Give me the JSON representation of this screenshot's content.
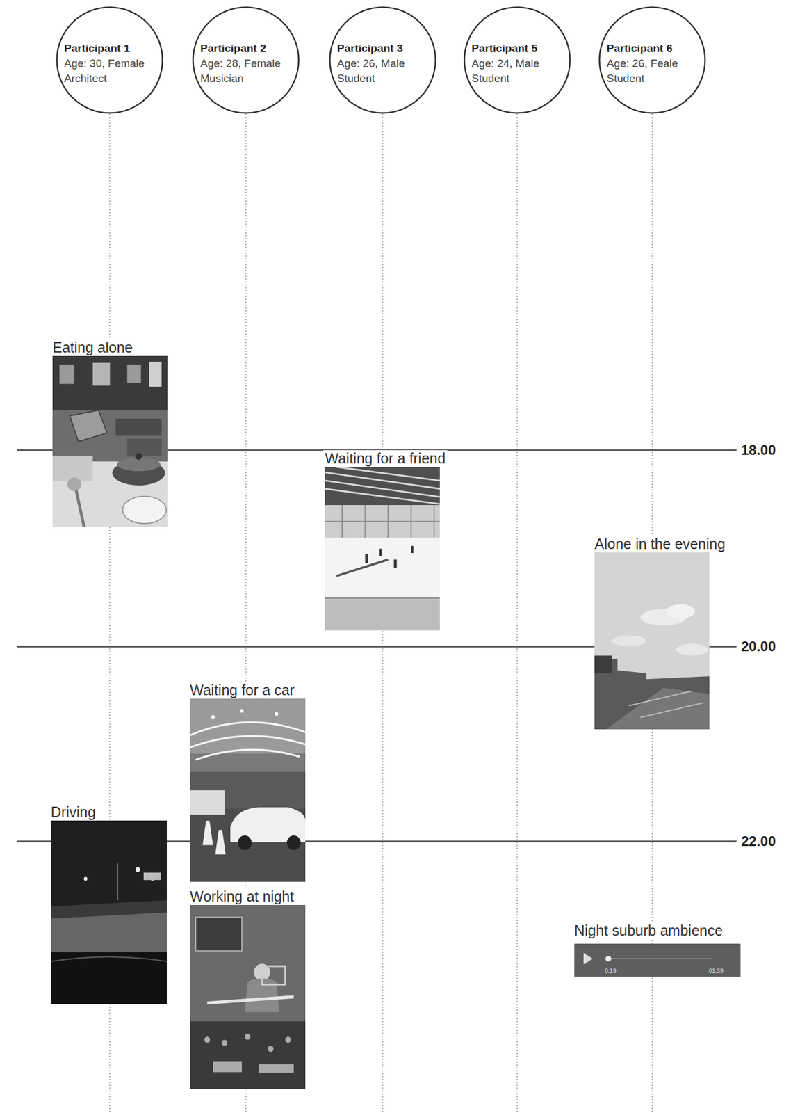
{
  "diagram": {
    "nodes": [
      {
        "text": [
          "Participant 1",
          "Age: 30, Female",
          "Architect"
        ]
      },
      {
        "text": [
          "Participant 2",
          "Age: 28, Female",
          "Musician"
        ]
      },
      {
        "text": [
          "Participant 3",
          "Age: 26, Male",
          "Student"
        ]
      },
      {
        "text": [
          "Participant 5",
          "Age: 24, Male",
          "Student"
        ]
      },
      {
        "text": [
          "Participant 6",
          "Age: 26, Feale",
          "Student"
        ]
      },
      {
        "text": [
          "Eating alone"
        ]
      },
      {
        "text": [
          "Waiting for a friend"
        ]
      },
      {
        "text": [
          "Alone in the evening"
        ]
      },
      {
        "text": [
          "Waiting for a car"
        ]
      },
      {
        "text": [
          "Driving"
        ]
      },
      {
        "text": [
          "Working at night"
        ]
      },
      {
        "text": [
          "Night suburb ambience",
          "0:19",
          "01:39"
        ]
      }
    ],
    "labels": [
      "18.00",
      "20.00",
      "22.00"
    ]
  }
}
